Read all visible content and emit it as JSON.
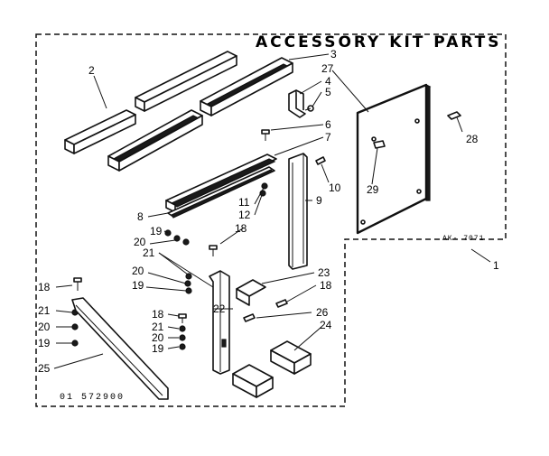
{
  "title": "ACCESSORY KIT PARTS",
  "drawing_number": "01   572900",
  "panel_code": "AK- 7071",
  "callouts": {
    "c1": "1",
    "c2": "2",
    "c3": "3",
    "c4": "4",
    "c5": "5",
    "c6": "6",
    "c7": "7",
    "c8": "8",
    "c9": "9",
    "c10": "10",
    "c11": "11",
    "c12": "12",
    "c18a": "18",
    "c18b": "18",
    "c18c": "18",
    "c18d": "18",
    "c19a": "19",
    "c19b": "19",
    "c19c": "19",
    "c19d": "19",
    "c20a": "20",
    "c20b": "20",
    "c20c": "20",
    "c20d": "20",
    "c21a": "21",
    "c21b": "21",
    "c21c": "21",
    "c22": "22",
    "c23": "23",
    "c24": "24",
    "c25": "25",
    "c26": "26",
    "c27": "27",
    "c28": "28",
    "c29": "29"
  }
}
